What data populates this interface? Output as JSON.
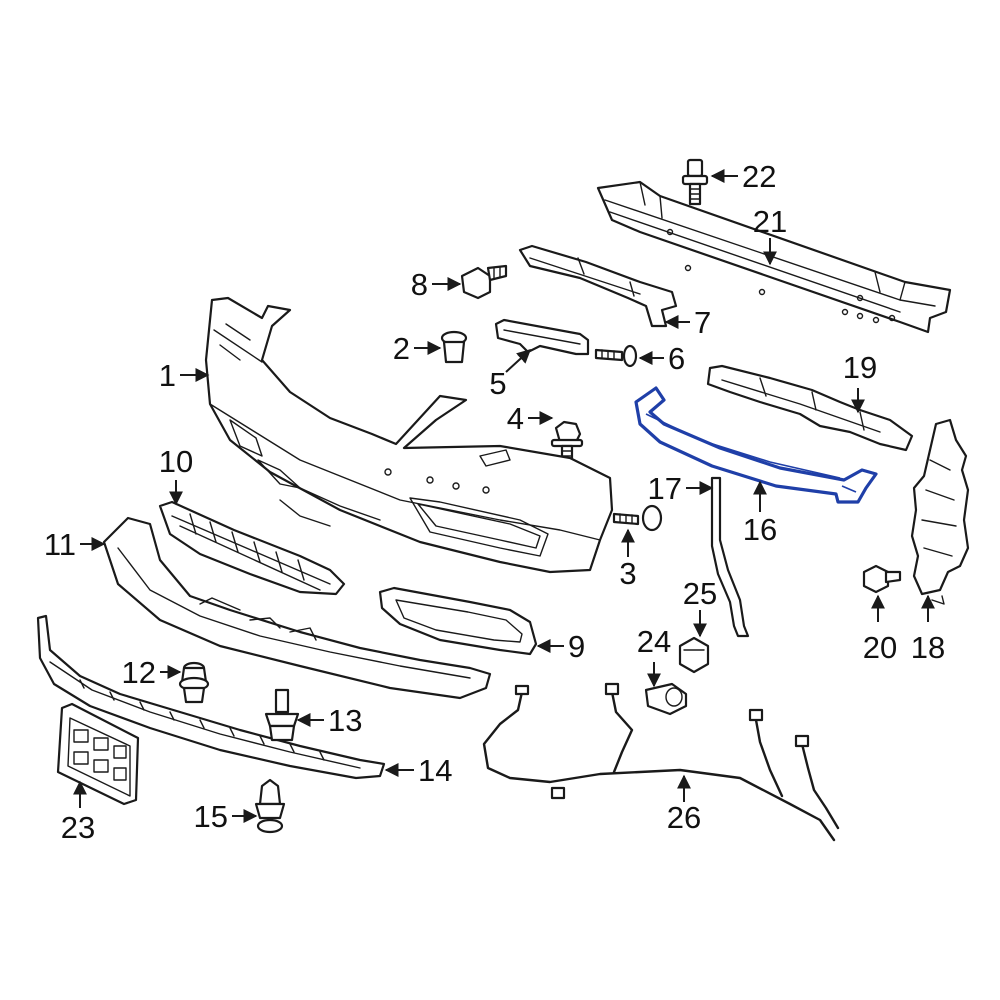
{
  "diagram": {
    "highlight_color": "#1f3fa8",
    "line_color": "#1a1a1a",
    "callouts": [
      {
        "id": "1",
        "label": "1"
      },
      {
        "id": "2",
        "label": "2"
      },
      {
        "id": "3",
        "label": "3"
      },
      {
        "id": "4",
        "label": "4"
      },
      {
        "id": "5",
        "label": "5"
      },
      {
        "id": "6",
        "label": "6"
      },
      {
        "id": "7",
        "label": "7"
      },
      {
        "id": "8",
        "label": "8"
      },
      {
        "id": "9",
        "label": "9"
      },
      {
        "id": "10",
        "label": "10"
      },
      {
        "id": "11",
        "label": "11"
      },
      {
        "id": "12",
        "label": "12"
      },
      {
        "id": "13",
        "label": "13"
      },
      {
        "id": "14",
        "label": "14"
      },
      {
        "id": "15",
        "label": "15"
      },
      {
        "id": "16",
        "label": "16"
      },
      {
        "id": "17",
        "label": "17"
      },
      {
        "id": "18",
        "label": "18"
      },
      {
        "id": "19",
        "label": "19"
      },
      {
        "id": "20",
        "label": "20"
      },
      {
        "id": "21",
        "label": "21"
      },
      {
        "id": "22",
        "label": "22"
      },
      {
        "id": "23",
        "label": "23"
      },
      {
        "id": "24",
        "label": "24"
      },
      {
        "id": "25",
        "label": "25"
      },
      {
        "id": "26",
        "label": "26"
      }
    ],
    "highlighted_part": "16"
  }
}
